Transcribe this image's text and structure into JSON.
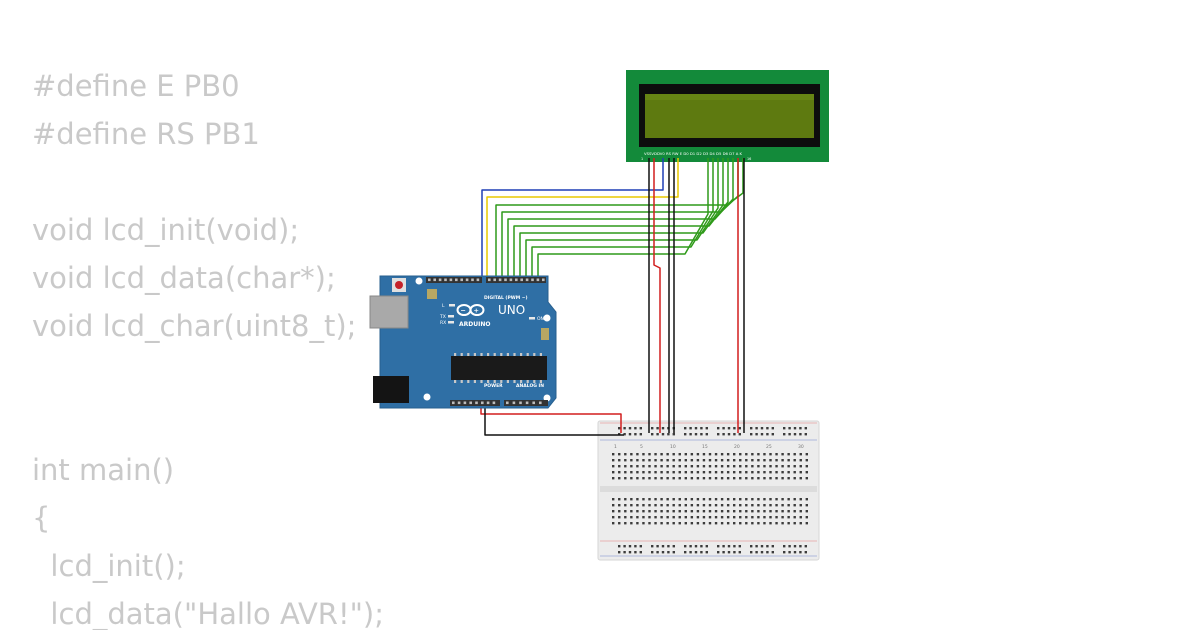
{
  "code": {
    "lines": [
      "#define E PB0",
      "#define RS PB1",
      "",
      "void lcd_init(void);",
      "void lcd_data(char*);",
      "void lcd_char(uint8_t);",
      "",
      "",
      "int main()",
      "{",
      "  lcd_init();",
      "  lcd_data(\"Hallo AVR!\");"
    ]
  },
  "arduino": {
    "brand": "ARDUINO",
    "model": "UNO",
    "digital_label": "DIGITAL (PWM ~)",
    "power_label": "POWER",
    "analog_label": "ANALOG IN",
    "tx_label": "TX",
    "rx_label": "RX",
    "on_label": "ON",
    "l_label": "L"
  },
  "lcd": {
    "pin_labels": "VSSVDDV0 RS RW E  D0 D1 D2 D3 D4 D5 D6 D7 A  K",
    "pin_first": "1",
    "pin_last": "16"
  },
  "breadboard": {
    "column_numbers": [
      "1",
      "5",
      "10",
      "15",
      "20",
      "25",
      "30"
    ]
  },
  "colors": {
    "code_text": "#c9c9c9",
    "arduino_board": "#2f6fa5",
    "lcd_pcb": "#138a3a",
    "lcd_screen": "#5e7a10",
    "wire_blue": "#1f3fb5",
    "wire_yellow": "#e8c800",
    "wire_green": "#2f9a1a",
    "wire_red": "#d21f1f",
    "wire_black": "#111111",
    "breadboard": "#ececec"
  }
}
